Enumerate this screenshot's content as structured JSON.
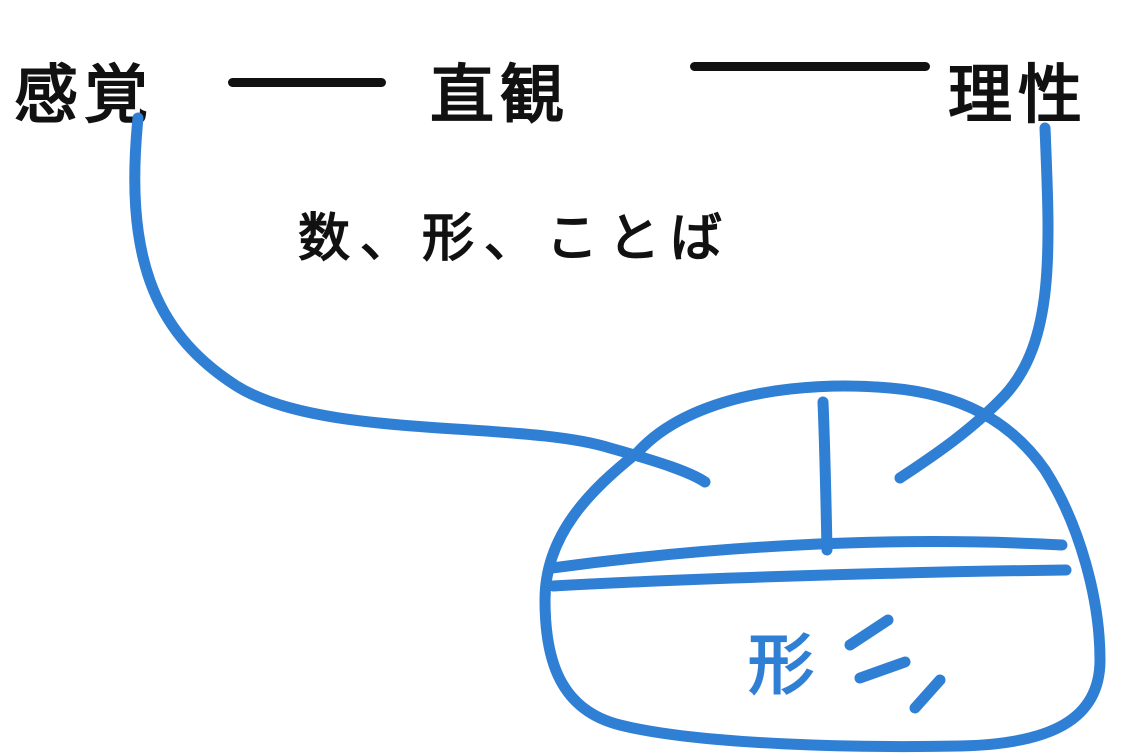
{
  "top_row": {
    "left": "感覚",
    "center": "直観",
    "right": "理性"
  },
  "subtitle": "数、形、ことば",
  "shape_label": "形",
  "colors": {
    "ink": "#111111",
    "stroke": "#2f7fd4",
    "background": "#ffffff"
  }
}
